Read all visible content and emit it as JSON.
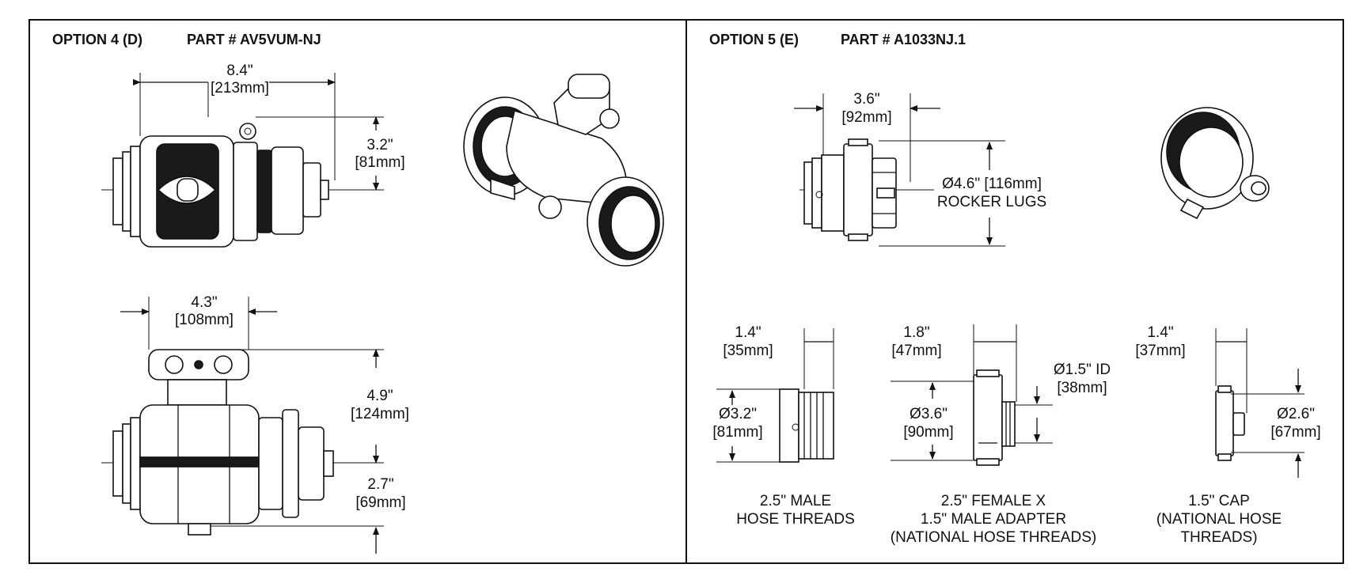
{
  "option4": {
    "title": "OPTION 4 (D)",
    "part": "PART # AV5VUM-NJ",
    "dims": {
      "width_top": "8.4\"",
      "width_top_mm": "[213mm]",
      "height_top": "3.2\"",
      "height_top_mm": "[81mm]",
      "width_bottom": "4.3\"",
      "width_bottom_mm": "[108mm]",
      "height_upper": "4.9\"",
      "height_upper_mm": "[124mm]",
      "height_lower": "2.7\"",
      "height_lower_mm": "[69mm]"
    }
  },
  "option5": {
    "title": "OPTION 5 (E)",
    "part": "PART # A1033NJ.1",
    "dims": {
      "width": "3.6\"",
      "width_mm": "[92mm]",
      "diameter": "Ø4.6\" [116mm]",
      "diameter_note": "ROCKER LUGS"
    },
    "components": [
      {
        "length": "1.4\"",
        "length_mm": "[35mm]",
        "diameter": "Ø3.2\"",
        "diameter_mm": "[81mm]",
        "caption_line1": "2.5\" MALE",
        "caption_line2": "HOSE THREADS"
      },
      {
        "length": "1.8\"",
        "length_mm": "[47mm]",
        "diameter": "Ø3.6\"",
        "diameter_mm": "[90mm]",
        "id": "Ø1.5\" ID",
        "id_mm": "[38mm]",
        "caption_line1": "2.5\" FEMALE X",
        "caption_line2": "1.5\" MALE ADAPTER",
        "caption_line3": "(NATIONAL HOSE THREADS)"
      },
      {
        "length": "1.4\"",
        "length_mm": "[37mm]",
        "diameter": "Ø2.6\"",
        "diameter_mm": "[67mm]",
        "caption_line1": "1.5\" CAP",
        "caption_line2": "(NATIONAL HOSE",
        "caption_line3": "THREADS)"
      }
    ]
  }
}
